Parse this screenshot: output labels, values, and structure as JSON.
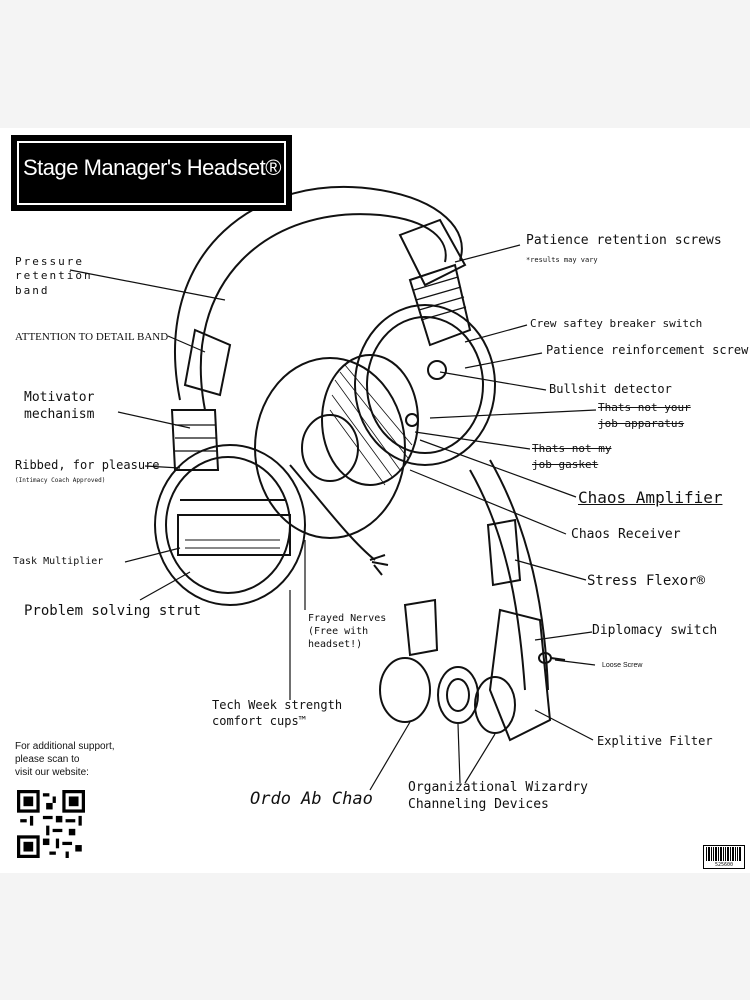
{
  "title": "Stage Manager's Headset®",
  "labels": {
    "pressure_band": "Pressure\nretention\nband",
    "attention": "ATTENTION TO DETAIL BAND",
    "motivator": "Motivator\nmechanism",
    "ribbed": "Ribbed, for pleasure",
    "intimacy": "(Intimacy Coach Approved)",
    "task_multiplier": "Task Multiplier",
    "problem_strut": "Problem solving strut",
    "frayed_nerves": "Frayed Nerves\n(Free with\nheadset!)",
    "tech_week": "Tech Week strength\ncomfort cups™",
    "ordo": "Ordo Ab Chao",
    "patience_screws": "Patience retention screws",
    "results_vary": "*results may vary",
    "crew_switch": "Crew saftey breaker switch",
    "patience_reinforcement": "Patience reinforcement screw",
    "bs_detector": "Bullshit detector",
    "not_your_job_1": "Thats not your\njob apparatus",
    "not_my_job": "Thats not my\njob gasket",
    "chaos_amplifier": "Chaos Amplifier",
    "chaos_receiver": "Chaos Receiver",
    "stress_flexor": "Stress Flexor®",
    "diplomacy": "Diplomacy switch",
    "loose_screw": "Loose Screw",
    "explitive": "Explitive Filter",
    "org_wizardry": "Organizational Wizardry\nChanneling Devices",
    "support": "For additional support,\nplease scan to\nvisit our website:",
    "barcode_number": "525600"
  }
}
